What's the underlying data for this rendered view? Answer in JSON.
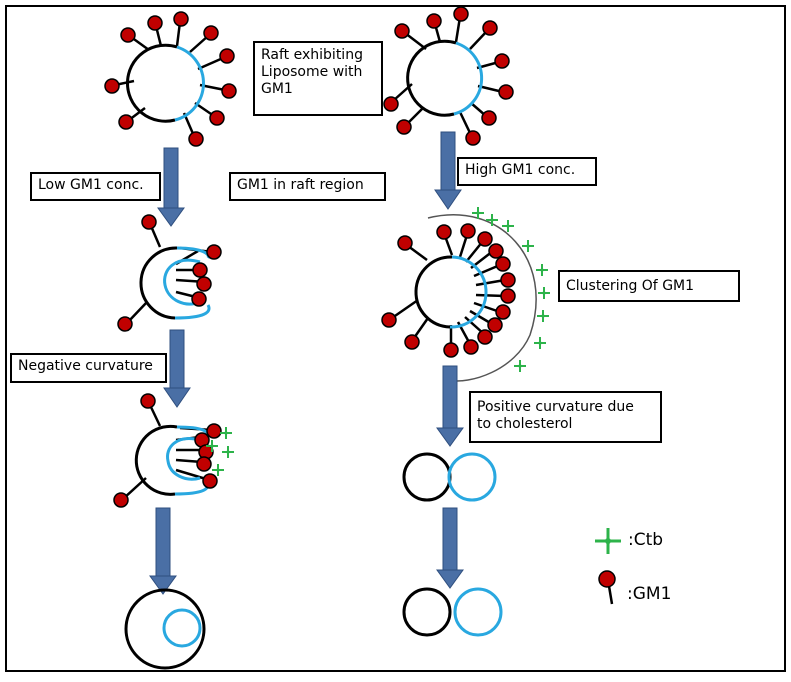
{
  "labels": {
    "raft_liposome": [
      "Raft exhibiting",
      "Liposome with",
      "GM1"
    ],
    "low_gm1": "Low GM1 conc.",
    "gm1_raft_region": "GM1 in raft region",
    "high_gm1": "High GM1 conc.",
    "clustering": "Clustering Of GM1",
    "negative_curvature": "Negative curvature",
    "positive_curvature": [
      "Positive curvature  due",
      "to cholesterol"
    ]
  },
  "legend": {
    "ctb": ":Ctb",
    "gm1": ":GM1"
  },
  "colors": {
    "membrane": "#000000",
    "raft": "#29a8e0",
    "gm1_head": "#c00000",
    "ctb": "#2db34a",
    "arrow": "#4a6fa5",
    "arrow_dark": "#2f4f7f"
  }
}
